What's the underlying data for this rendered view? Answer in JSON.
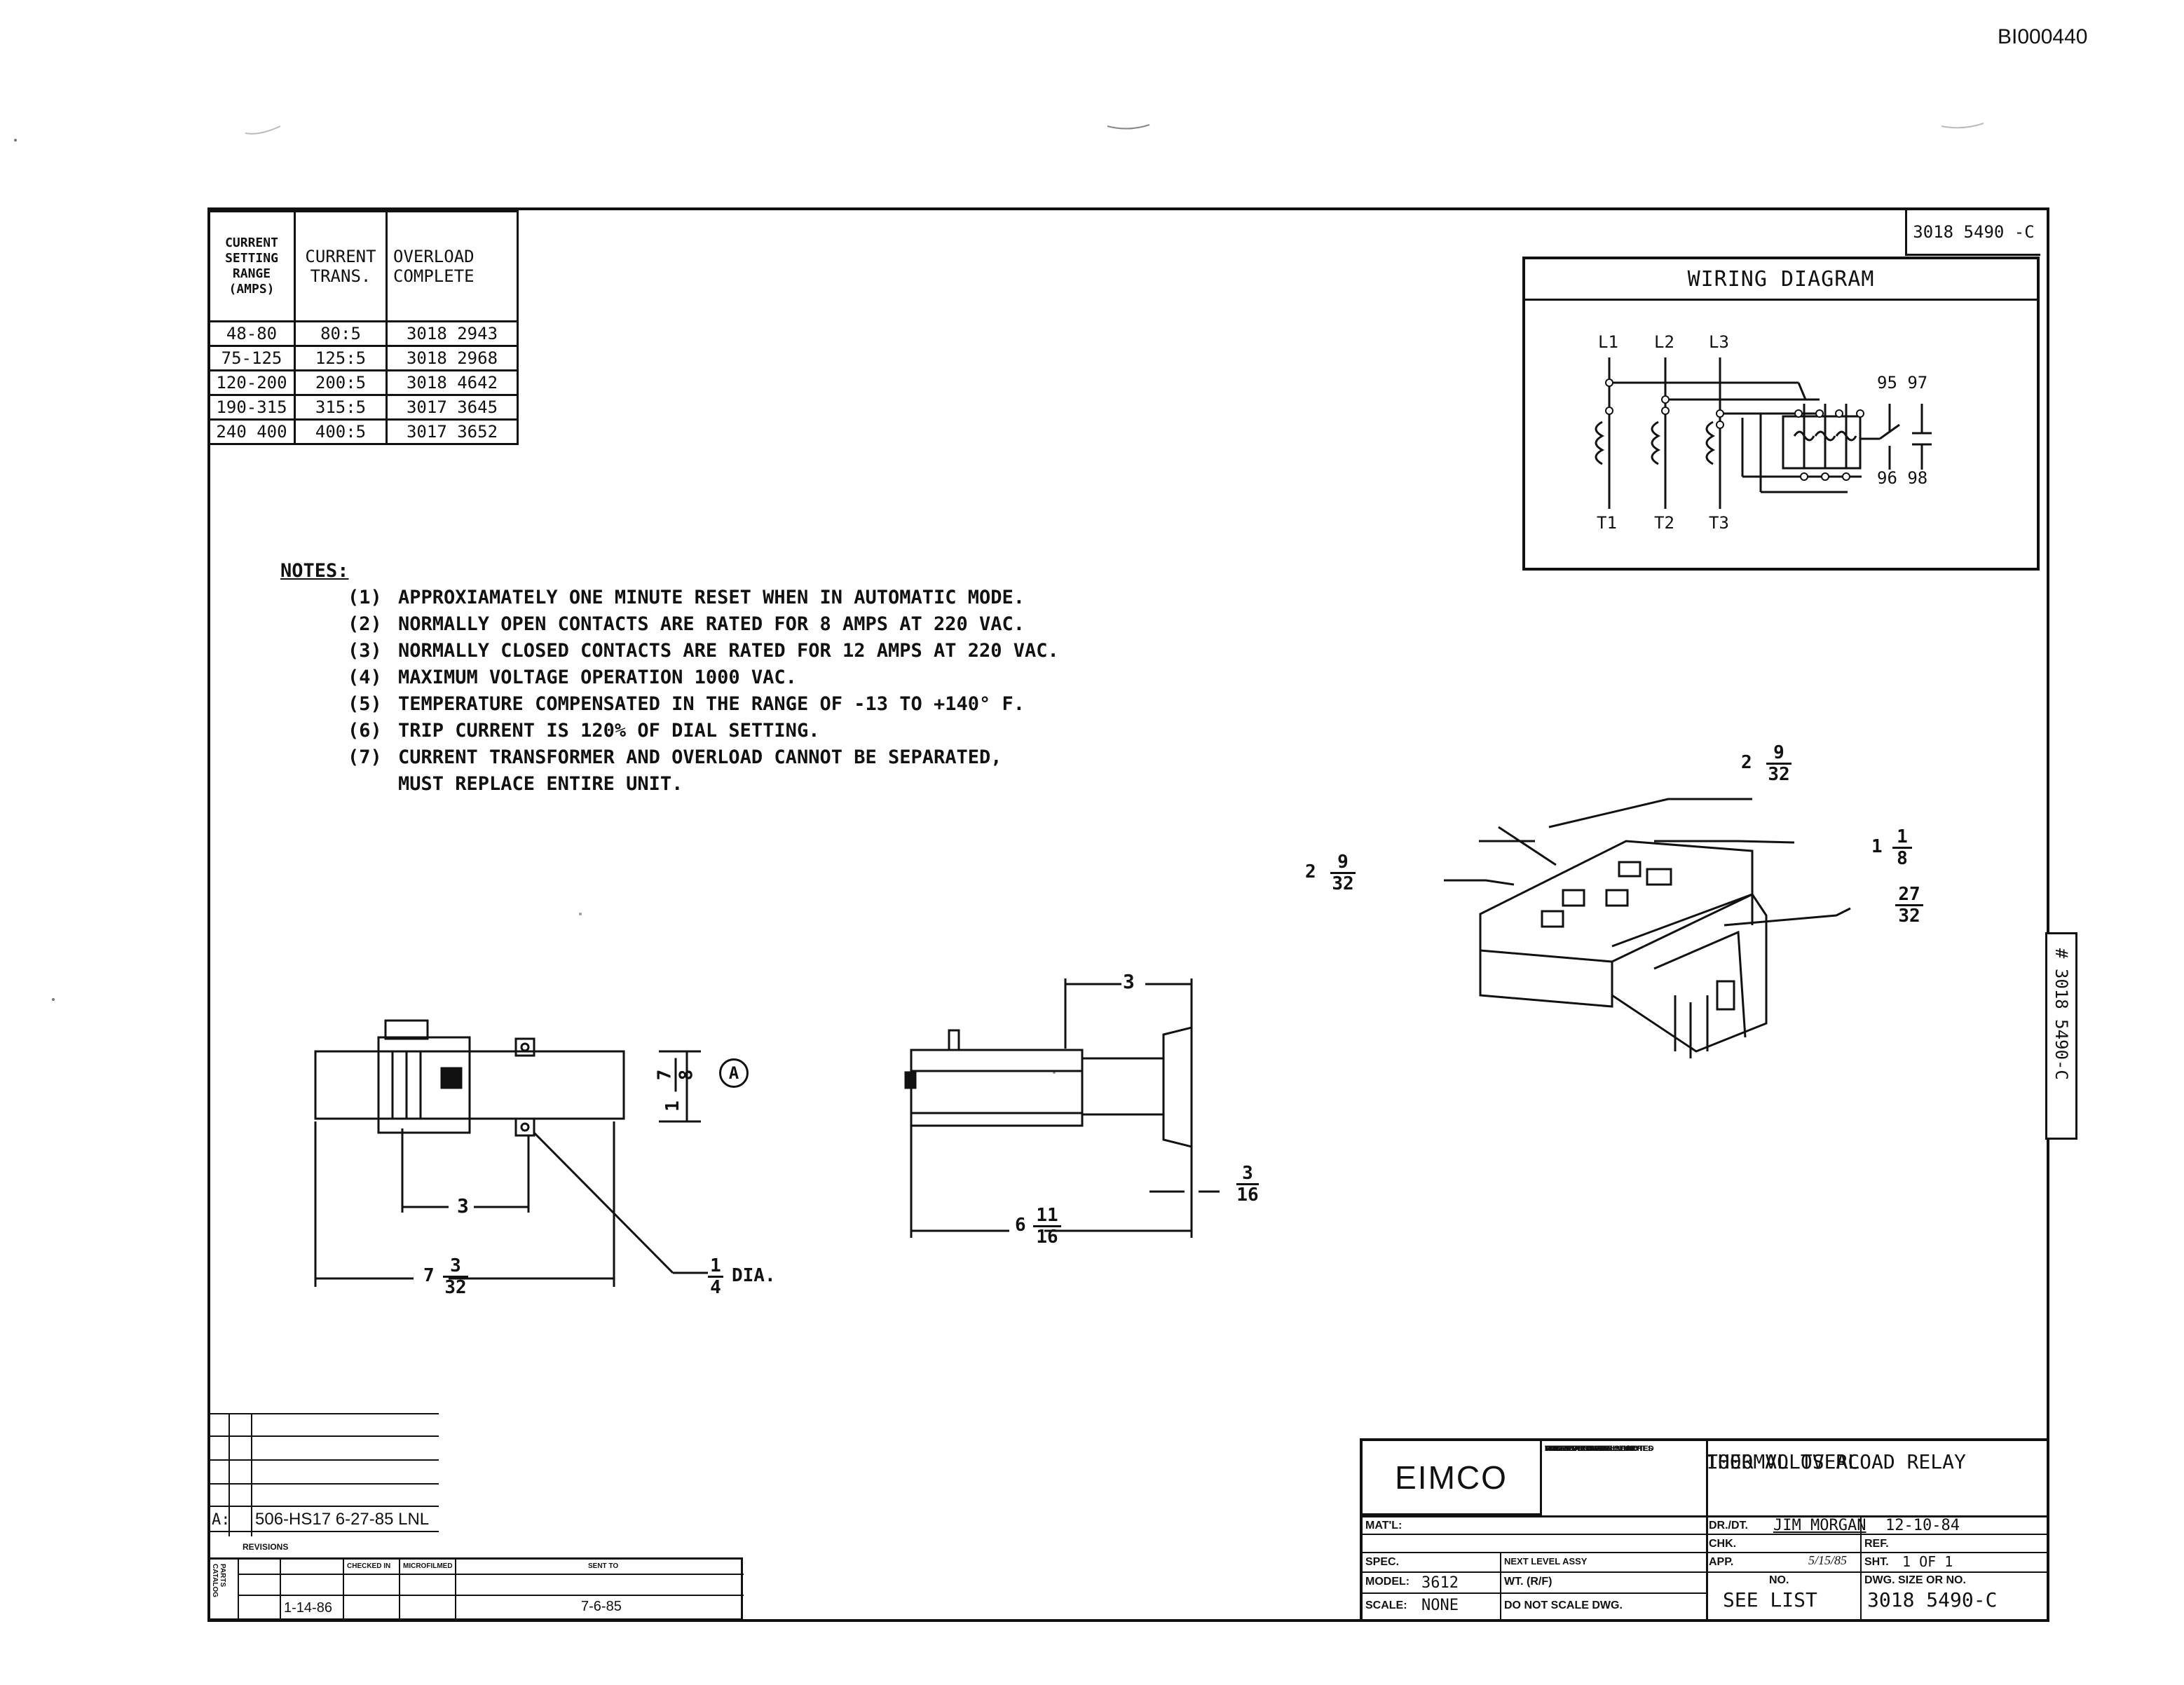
{
  "doc_id": "BI000440",
  "selection_table": {
    "headers": [
      "CURRENT SETTING RANGE (AMPS)",
      "CURRENT TRANS.",
      "OVERLOAD COMPLETE"
    ],
    "rows": [
      [
        "48-80",
        "80:5",
        "3018 2943"
      ],
      [
        "75-125",
        "125:5",
        "3018 2968"
      ],
      [
        "120-200",
        "200:5",
        "3018 4642"
      ],
      [
        "190-315",
        "315:5",
        "3017 3645"
      ],
      [
        "240 400",
        "400:5",
        "3017 3652"
      ]
    ]
  },
  "notes": {
    "heading": "NOTES:",
    "items": [
      {
        "num": "(1)",
        "text": "APPROXIAMATELY ONE MINUTE RESET WHEN IN AUTOMATIC MODE."
      },
      {
        "num": "(2)",
        "text": "NORMALLY OPEN CONTACTS ARE RATED FOR 8 AMPS AT 220 VAC."
      },
      {
        "num": "(3)",
        "text": "NORMALLY CLOSED CONTACTS ARE RATED FOR 12 AMPS AT 220 VAC."
      },
      {
        "num": "(4)",
        "text": "MAXIMUM VOLTAGE OPERATION 1000 VAC."
      },
      {
        "num": "(5)",
        "text": "TEMPERATURE COMPENSATED IN THE RANGE OF -13 TO +140° F."
      },
      {
        "num": "(6)",
        "text": "TRIP CURRENT IS 120% OF DIAL SETTING."
      },
      {
        "num": "(7)",
        "text": "CURRENT TRANSFORMER AND OVERLOAD CANNOT BE SEPARATED,"
      }
    ],
    "continuation": "MUST REPLACE ENTIRE UNIT."
  },
  "drawing_number_box": "3018 5490 -C",
  "side_number": "# 3018 5490-C",
  "wiring_diagram": {
    "title": "WIRING DIAGRAM",
    "line_labels": [
      "L1",
      "L2",
      "L3"
    ],
    "terminal_labels": [
      "T1",
      "T2",
      "T3"
    ],
    "contact_top": "95 97",
    "contact_bottom": "96 98"
  },
  "dimensions": {
    "iso_a": {
      "whole": "2",
      "num": "9",
      "den": "32"
    },
    "iso_b": {
      "whole": "2",
      "num": "9",
      "den": "32"
    },
    "iso_c": {
      "whole": "1",
      "num": "1",
      "den": "8"
    },
    "iso_d": {
      "num": "27",
      "den": "32"
    },
    "front_height": {
      "whole": "1",
      "num": "7",
      "den": "8"
    },
    "front_spacing": "3",
    "front_length": {
      "whole": "7",
      "num": "3",
      "den": "32"
    },
    "hole": {
      "num": "1",
      "den": "4",
      "suffix": "DIA."
    },
    "circle_mark": "A",
    "side_width": "3",
    "side_flange": {
      "num": "3",
      "den": "16"
    },
    "side_length": {
      "whole": "6",
      "num": "11",
      "den": "16"
    }
  },
  "title_block": {
    "company": "EIMCO",
    "tolerance_notes": [
      "UNLESS OTHERWISE NOTED",
      "DIMENSIONS ARE IN INCHES",
      "MACH. DECIMALS ±.005\"",
      "TOL. FRACTIONS ±.010\"",
      "ANGLES ±30 MIN.",
      "FABRICATION TOL. ±1/16\""
    ],
    "title_line1": "THERMAL OVERLOAD RELAY",
    "title_line2": "1000 VOLTS AC",
    "matl_label": "MAT'L:",
    "spec_label": "SPEC.",
    "model_label": "MODEL:",
    "model_value": "3612",
    "scale_label": "SCALE:",
    "scale_value": "NONE",
    "next_level_label": "NEXT LEVEL ASSY",
    "wt_label": "WT. (R/F)",
    "do_not_scale": "DO NOT SCALE DWG.",
    "drawn_label": "DR./DT.",
    "drawn_value": "JIM MORGAN",
    "drawn_date": "12-10-84",
    "chk_label": "CHK.",
    "ref_label": "REF.",
    "app_label": "APP.",
    "app_value": "5/15/85",
    "sheet_label": "SHT.",
    "sheet_value": "1 OF 1",
    "no_label": "NO.",
    "no_value": "SEE LIST",
    "dwg_label": "DWG. SIZE OR NO.",
    "dwg_value": "3018 5490-C"
  },
  "revisions": {
    "entry_letter": "A:",
    "entry_text": "506-HS17 6-27-85 LNL",
    "header_text": "REVISIONS",
    "sent_to": "SENT TO",
    "checked_in": "CHECKED IN",
    "microfilmed": "MICROFILMED",
    "parts_catalog": "PARTS CATALOG",
    "date_entry": "1-14-86",
    "sent_date": "7-6-85"
  }
}
